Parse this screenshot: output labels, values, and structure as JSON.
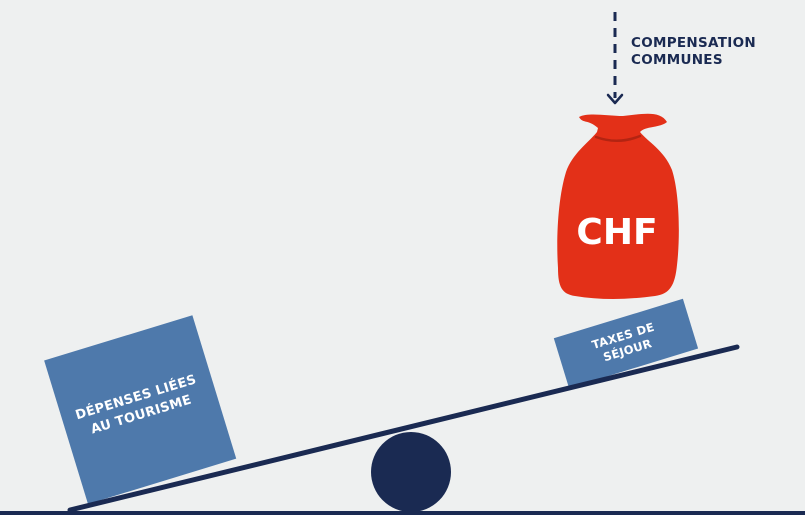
{
  "compensation": {
    "line1": "COMPENSATION",
    "line2": "COMMUNES"
  },
  "bag": {
    "label": "CHF",
    "color": "#e33018"
  },
  "left_box": {
    "line1": "DÉPENSES LIÉES",
    "line2": "AU TOURISME",
    "color": "#4e79ab"
  },
  "right_box": {
    "line1": "TAXES DE",
    "line2": "SÉJOUR",
    "color": "#4e79ab"
  },
  "colors": {
    "background": "#eef0f0",
    "navy": "#1a2a52",
    "box": "#4e79ab",
    "bag": "#e33018"
  }
}
